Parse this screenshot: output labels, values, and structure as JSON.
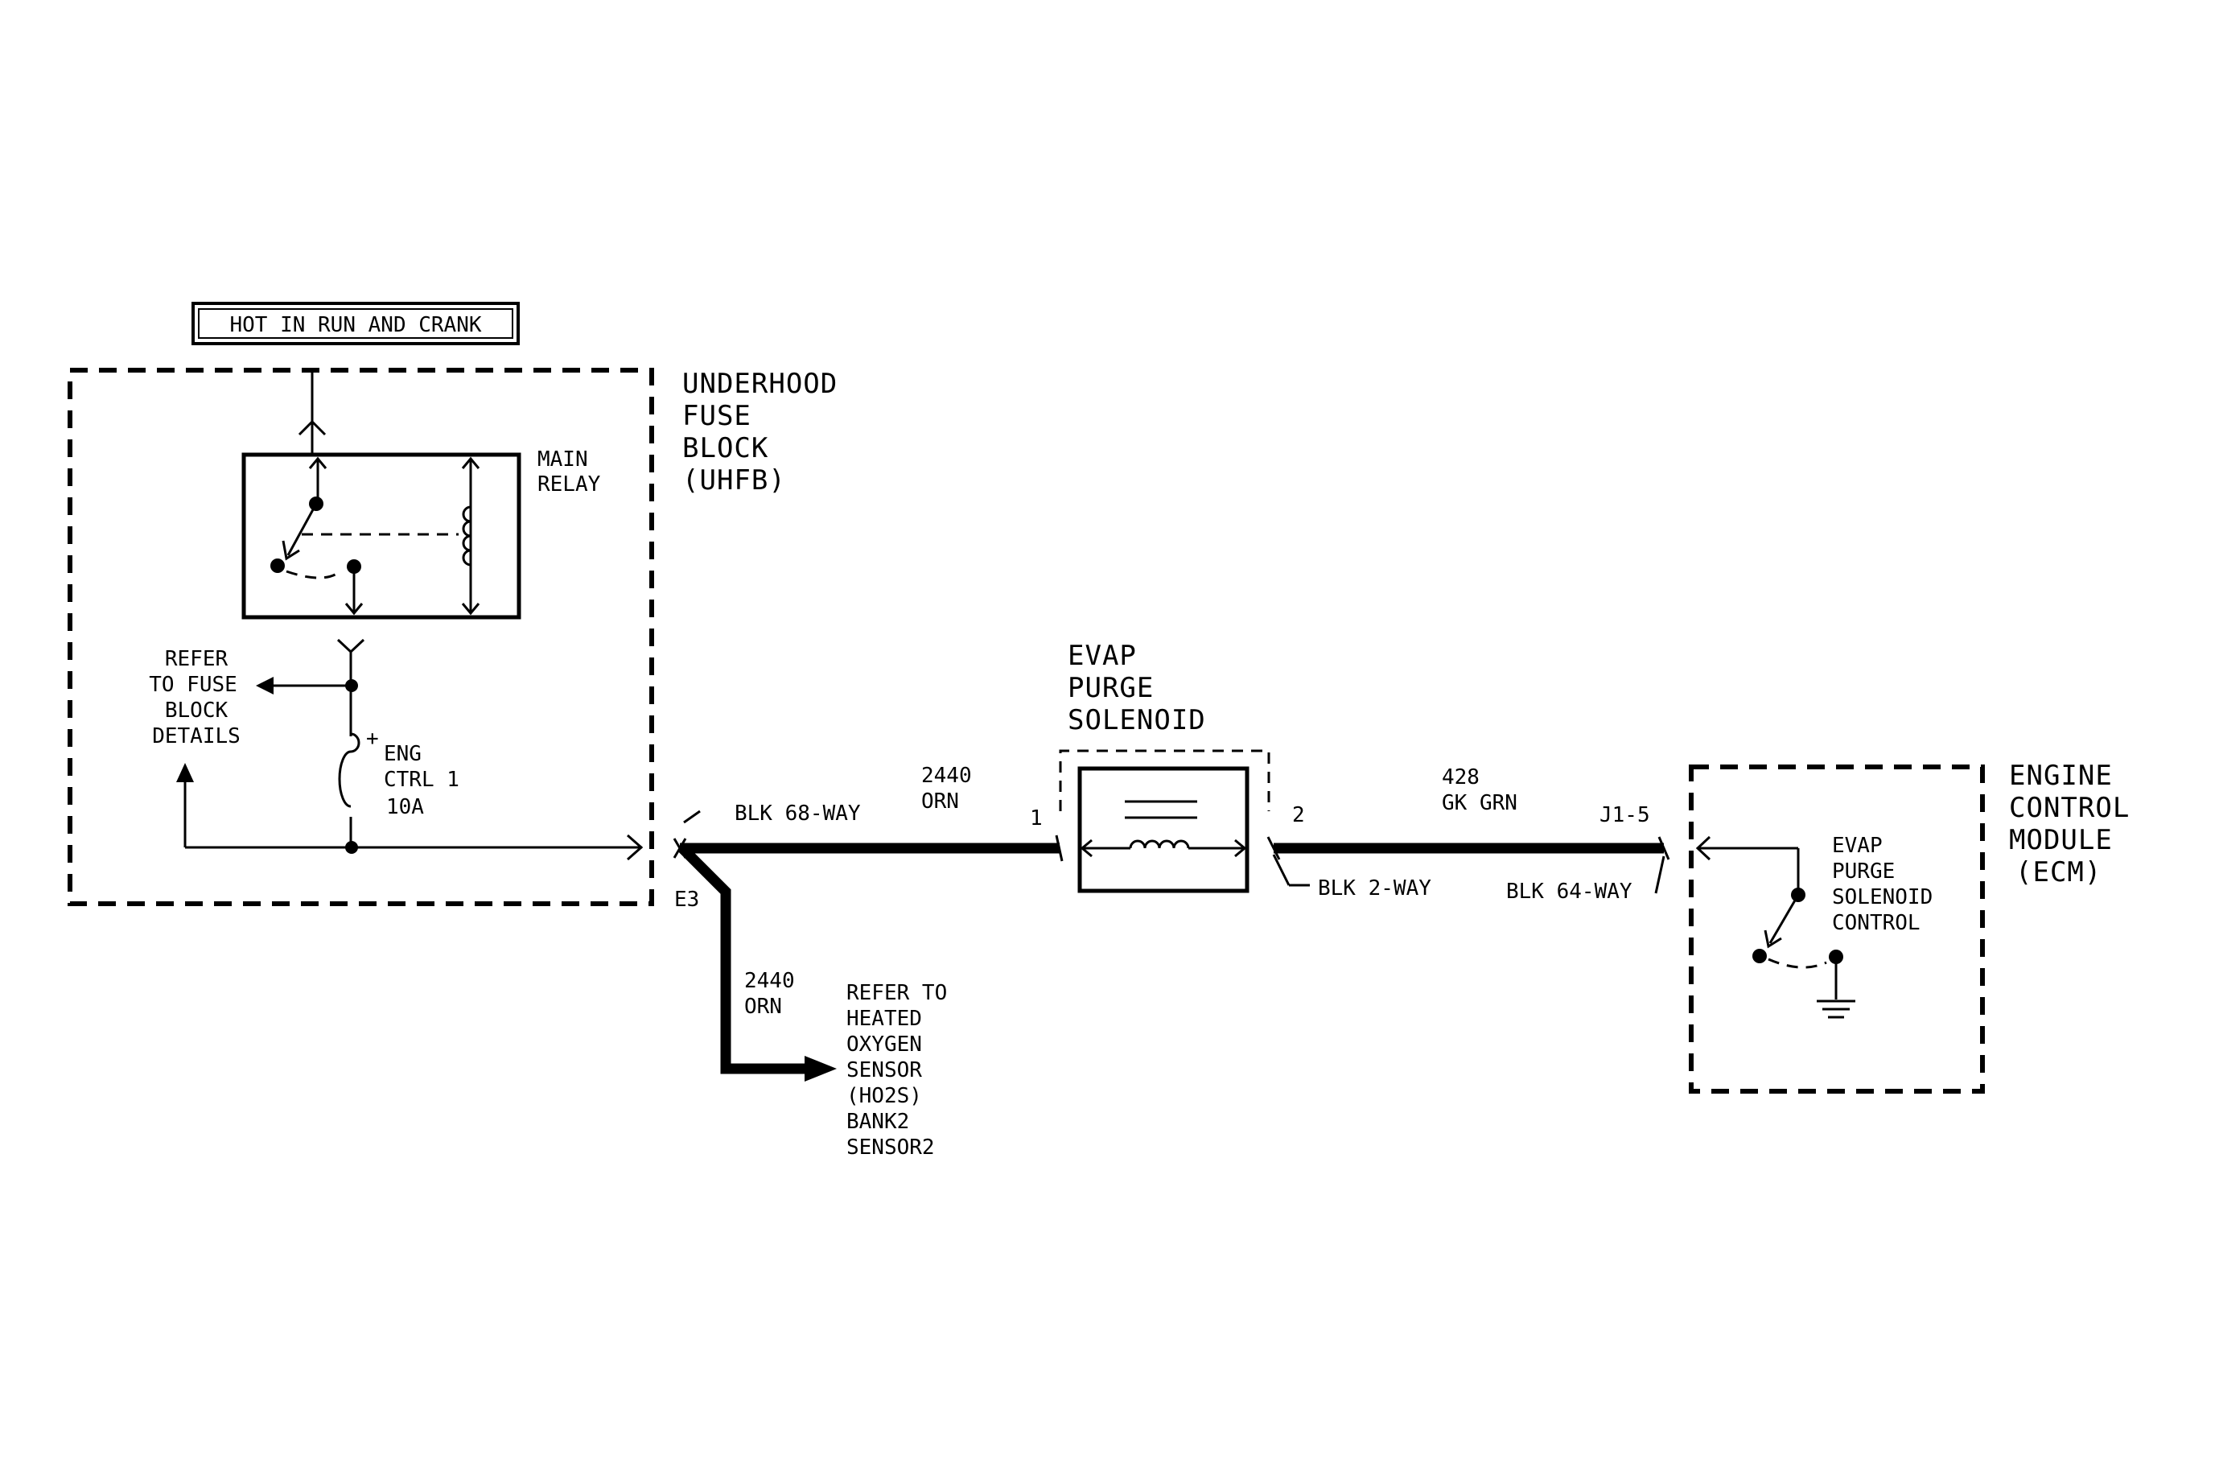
{
  "power_source_label": "HOT IN RUN AND CRANK",
  "uhfb": {
    "lines": [
      "UNDERHOOD",
      "FUSE",
      "BLOCK",
      "(UHFB)"
    ],
    "relay_lines": [
      "MAIN",
      "RELAY"
    ],
    "refer_lines": [
      "REFER",
      "TO FUSE",
      "BLOCK",
      "DETAILS"
    ],
    "fuse_polarity": "+",
    "fuse_lines": [
      "ENG",
      "CTRL 1",
      "10A"
    ]
  },
  "connector_uhfb": "BLK 68-WAY",
  "splice_label": "E3",
  "wire_main": {
    "circuit": "2440",
    "color": "ORN"
  },
  "wire_branch": {
    "circuit": "2440",
    "color": "ORN"
  },
  "branch_refer_lines": [
    "REFER TO",
    "HEATED",
    "OXYGEN",
    "SENSOR",
    "(HO2S)",
    "BANK2",
    "SENSOR2"
  ],
  "solenoid": {
    "lines": [
      "EVAP",
      "PURGE",
      "SOLENOID"
    ],
    "pin_in": "1",
    "pin_out": "2",
    "connector": "BLK 2-WAY"
  },
  "wire_ecm": {
    "circuit": "428",
    "color": "GK GRN"
  },
  "ecm_pin": "J1-5",
  "connector_ecm": "BLK 64-WAY",
  "ecm": {
    "lines": [
      "ENGINE",
      "CONTROL",
      "MODULE",
      "(ECM)"
    ],
    "control_lines": [
      "EVAP",
      "PURGE",
      "SOLENOID",
      "CONTROL"
    ]
  }
}
